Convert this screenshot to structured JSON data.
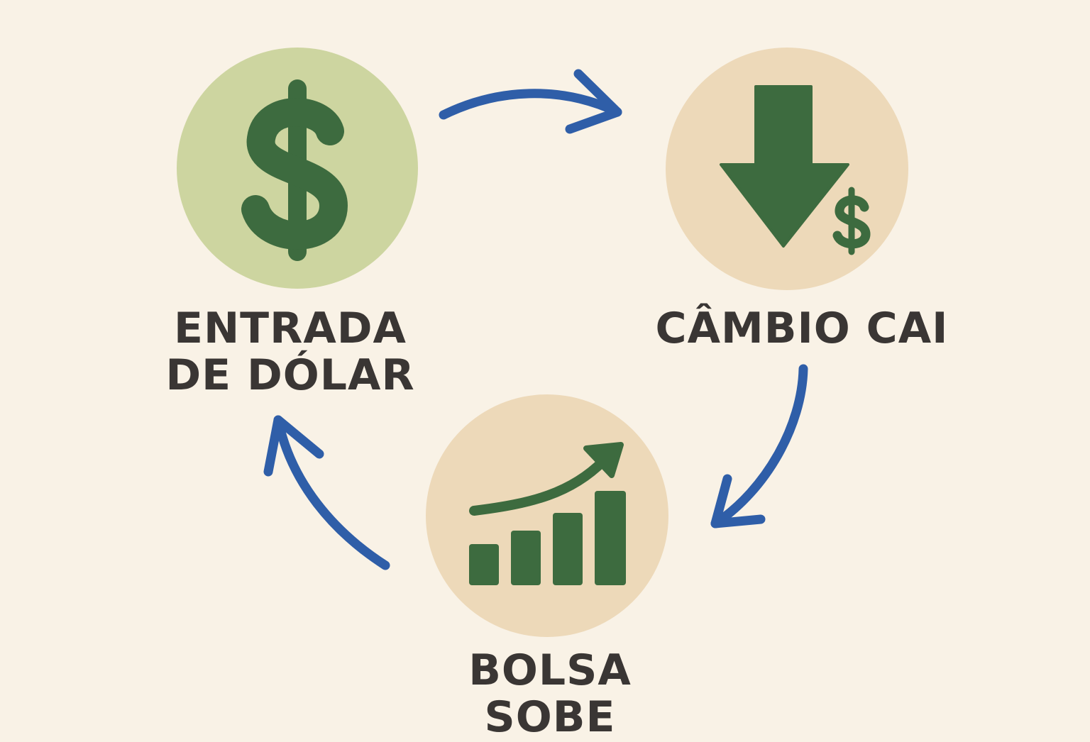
{
  "nodes": [
    {
      "label_line1": "ENTRADA",
      "label_line2": "DE DÓLAR",
      "icon": "dollar-sign-icon",
      "fill": "#cdd5a0"
    },
    {
      "label": "CÂMBIO CAI",
      "icon": "down-arrow-dollar-icon",
      "fill": "#edd9b9"
    },
    {
      "label": "BOLSA SOBE",
      "icon": "rising-bar-chart-icon",
      "fill": "#edd9b9"
    }
  ],
  "colors": {
    "background": "#f9f2e6",
    "icon": "#3d6b3f",
    "arrow": "#2f5ea8",
    "text": "#3a3634"
  }
}
